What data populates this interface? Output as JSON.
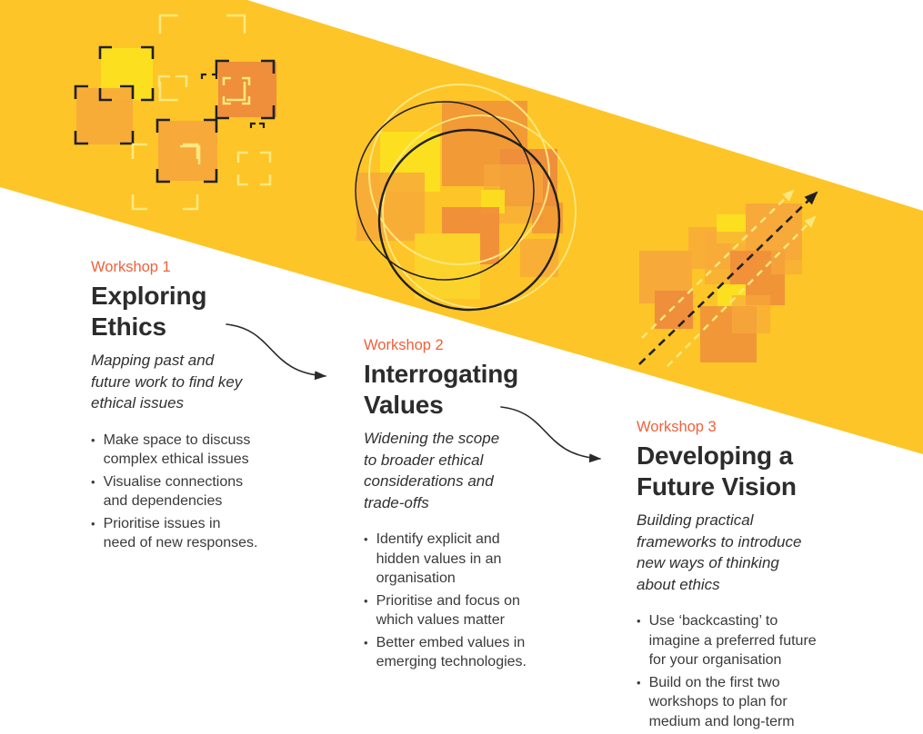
{
  "bullet_glyph": "•",
  "palette": {
    "band_yellow": "#FDC527",
    "accent_orange": "#F0613C",
    "heading_dark": "#2C2C2C",
    "body_dark": "#3A3A3A",
    "art_black": "#202020",
    "pale_yellow": "#FAE77E",
    "sq_bright_yellow": "#FCE01F",
    "sq_mid_yellow": "#FBD32B",
    "sq_orange": "#F7A93A",
    "sq_deep_orange": "#EF8E3B",
    "connector_dark": "#2B2B2B",
    "page_bg": "#FFFFFF"
  },
  "workshops": [
    {
      "label": "Workshop 1",
      "title": "Exploring\nEthics",
      "subtitle": "Mapping past and\nfuture work to find key\nethical issues",
      "bullets": [
        "Make space to discuss\ncomplex ethical issues",
        "Visualise connections\nand dependencies",
        "Prioritise issues in\nneed of new responses."
      ]
    },
    {
      "label": "Workshop 2",
      "title": "Interrogating\nValues",
      "subtitle": "Widening the scope\nto broader ethical\nconsiderations and\ntrade-offs",
      "bullets": [
        "Identify explicit and\nhidden values in an\norganisation",
        "Prioritise and focus on\nwhich values matter",
        "Better embed values in\nemerging technologies."
      ]
    },
    {
      "label": "Workshop 3",
      "title": "Developing a\nFuture Vision",
      "subtitle": "Building practical\nframeworks to introduce\nnew ways of thinking\nabout ethics",
      "bullets": [
        "Use ‘backcasting’ to\nimagine a preferred future\nfor your organisation",
        "Build on the first two\nworkshops to plan for\nmedium and long-term"
      ]
    }
  ]
}
